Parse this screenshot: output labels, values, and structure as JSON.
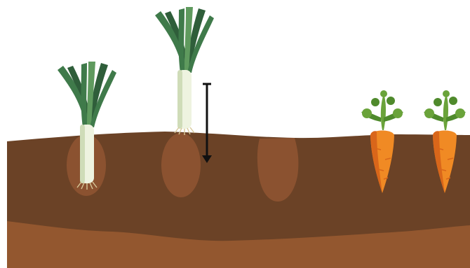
{
  "scene": {
    "colors": {
      "background": "#ffffff",
      "soil_top": "#6b4226",
      "soil_bottom": "#93572f",
      "hole": "#8b5230",
      "leek_leaf_dark": "#2f5e3a",
      "leek_leaf_mid": "#3f7a4a",
      "leek_leaf_light": "#5f9a5e",
      "leek_stem": "#eef3e0",
      "leek_stem_shade": "#cfdcb8",
      "leek_roots": "#d8c99a",
      "carrot": "#f08a24",
      "carrot_shade": "#d9661a",
      "carrot_leaf": "#6aa33a",
      "carrot_leaf_dark": "#4f8a2c",
      "arrow": "#111111"
    },
    "elements": [
      {
        "name": "leek-1-icon",
        "kind": "leek",
        "state": "planted"
      },
      {
        "name": "leek-2-icon",
        "kind": "leek",
        "state": "raised"
      },
      {
        "name": "down-arrow-icon",
        "kind": "arrow",
        "direction": "down"
      },
      {
        "name": "empty-planting-hole",
        "kind": "hole",
        "state": "empty"
      },
      {
        "name": "carrot-1-icon",
        "kind": "carrot",
        "state": "planted"
      },
      {
        "name": "carrot-2-icon",
        "kind": "carrot",
        "state": "planted"
      }
    ]
  }
}
